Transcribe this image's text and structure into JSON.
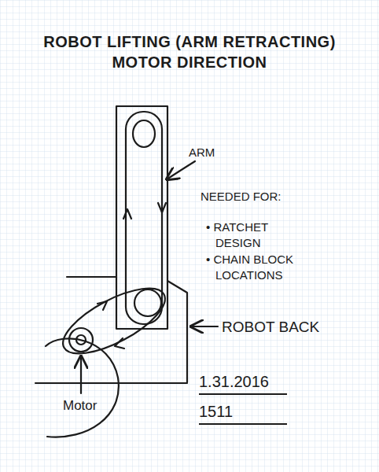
{
  "diagram": {
    "title": "ROBOT LIFTING (ARM RETRACTING) MOTOR DIRECTION",
    "labels": [
      "ARM",
      "NEEDED FOR:",
      "• RATCHET DESIGN",
      "• CHAIN BLOCK LOCATIONS",
      "ROBOT BACK",
      "Motor",
      "1.31.2016",
      "1511"
    ]
  }
}
